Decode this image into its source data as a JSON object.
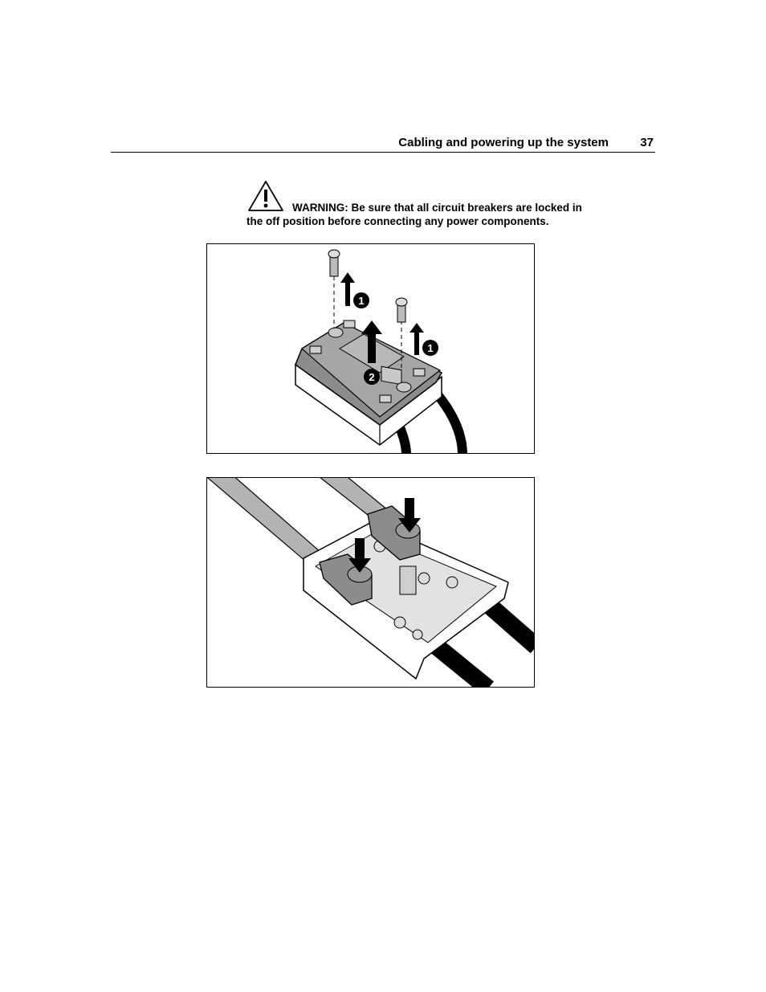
{
  "header": {
    "section_title": "Cabling and powering up the system",
    "page_number": "37"
  },
  "warning": {
    "icon": "warning-triangle-icon",
    "line1": "WARNING:  Be sure that all circuit breakers are locked in",
    "line2": "the off position before connecting any power components."
  },
  "figure_remove_cover": {
    "callouts": [
      "1",
      "1",
      "2"
    ]
  },
  "figure_connect_cables": {}
}
